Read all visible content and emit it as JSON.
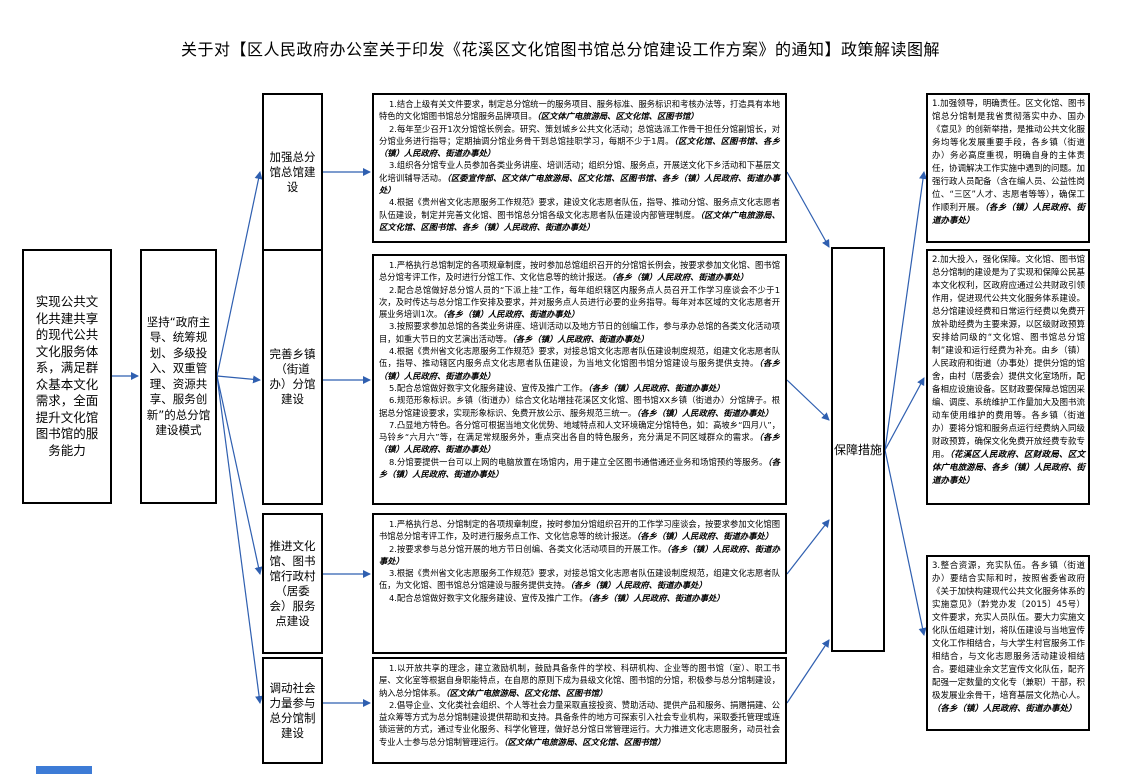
{
  "page_title": "关于对【区人民政府办公室关于印发《花溪区文化馆图书馆总分馆建设工作方案》的通知】政策解读图解",
  "root": "实现公共文化共建共享的现代公共文化服务体系，满足群众基本文化需求，全面提升文化馆图书馆的服务能力",
  "strategy": "坚持“政府主导、统筹规划、多级投入、双重管理、资源共享、服务创新”的总分馆建设模式",
  "safeguard": "保障措施",
  "categories": [
    {
      "label": "加强总分馆总馆建设",
      "items": [
        {
          "text": "1.结合上级有关文件要求，制定总分馆统一的服务项目、服务标准、服务标识和考核办法等，打造具有本地特色的文化馆图书馆总分馆服务品牌项目。",
          "agency": "（区文体广电旅游局、区文化馆、区图书馆）"
        },
        {
          "text": "2.每年至少召开1次分馆馆长例会。研究、策划城乡公共文化活动；总馆选派工作骨干担任分馆副馆长，对分馆业务进行指导；定期抽调分馆业务骨干到总馆挂职学习，每期不少于1周。",
          "agency": "（区文化馆、区图书馆、各乡（镇）人民政府、街道办事处）"
        },
        {
          "text": "3.组织各分馆专业人员参加各类业务讲座、培训活动；组织分馆、服务点，开展送文化下乡活动和下基层文化培训辅导活动。",
          "agency": "（区委宣传部、区文体广电旅游局、区文化馆、区图书馆、各乡（镇）人民政府、街道办事处）"
        },
        {
          "text": "4.根据《贵州省文化志愿服务工作规范》要求，建设文化志愿者队伍，指导、推动分馆、服务点文化志愿者队伍建设，制定并完善文化馆、图书馆总分馆各级文化志愿者队伍建设内部管理制度。",
          "agency": "（区文体广电旅游局、区文化馆、区图书馆、各乡（镇）人民政府、街道办事处）"
        }
      ]
    },
    {
      "label": "完善乡镇（街道办）分馆建设",
      "items": [
        {
          "text": "1.严格执行总馆制定的各项规章制度，按时参加总馆组织召开的分馆馆长例会，按要求参加文化馆、图书馆总分馆考评工作，及时进行分馆工作、文化信息等的统计报送。",
          "agency": "（各乡（镇）人民政府、街道办事处）"
        },
        {
          "text": "2.配合总馆做好总分馆人员的“下派上挂”工作，每年组织辖区内服务点人员召开工作学习座谈会不少于1次，及时传达与总分馆工作安排及要求，并对服务点人员进行必要的业务指导。每年对本区域的文化志愿者开展业务培训1次。",
          "agency": "（各乡（镇）人民政府、街道办事处）"
        },
        {
          "text": "3.按照要求参加总馆的各类业务讲座、培训活动以及地方节日的创编工作，参与承办总馆的各类文化活动项目，如重大节日的文艺演出活动等。",
          "agency": "（各乡（镇）人民政府、街道办事处）"
        },
        {
          "text": "4.根据《贵州省文化志愿服务工作规范》要求，对接总馆文化志愿者队伍建设制度规范，组建文化志愿者队伍，指导、推动辖区内服务点文化志愿者队伍建设，为当地文化馆图书馆分馆建设与服务提供支持。",
          "agency": "（各乡（镇）人民政府、街道办事处）"
        },
        {
          "text": "5.配合总馆做好数字文化服务建设、宣传及推广工作。",
          "agency": "（各乡（镇）人民政府、街道办事处）"
        },
        {
          "text": "6.规范形象标识。乡镇（街道办）综合文化站增挂花溪区文化馆、图书馆XX乡镇（街道办）分馆牌子。根据总分馆建设要求，实现形象标识、免费开放公示、服务规范三统一。",
          "agency": "（各乡（镇）人民政府、街道办事处）"
        },
        {
          "text": "7.凸显地方特色。各分馆可根据当地文化优势、地域特点和人文环境确定分馆特色，如：高坡乡“四月八”，马铃乡“六月六”等，在满足常规服务外，重点突出各自的特色服务，充分满足不同区域群众的需求。",
          "agency": "（各乡（镇）人民政府、街道办事处）"
        },
        {
          "text": "8.分馆要提供一台可以上网的电脑放置在场馆内，用于建立全区图书通借通还业务和场馆预约等服务。",
          "agency": "（各乡（镇）人民政府、街道办事处）"
        }
      ]
    },
    {
      "label": "推进文化馆、图书馆行政村（居委会）服务点建设",
      "items": [
        {
          "text": "1.严格执行总、分馆制定的各项规章制度，按时参加分馆组织召开的工作学习座谈会，按要求参加文化馆图书馆总分馆考评工作，及时进行服务点工作、文化信息等的统计报送。",
          "agency": "（各乡（镇）人民政府、街道办事处）"
        },
        {
          "text": "2.按要求参与总分馆开展的地方节日创编、各类文化活动项目的开展工作。",
          "agency": "（各乡（镇）人民政府、街道办事处）"
        },
        {
          "text": "3.根据《贵州省文化志愿服务工作规范》要求，对接总馆文化志愿者队伍建设制度规范，组建文化志愿者队伍，为文化馆、图书馆总分馆建设与服务提供支持。",
          "agency": "（各乡（镇）人民政府、街道办事处）"
        },
        {
          "text": "4.配合总馆做好数字文化服务建设、宣传及推广工作。",
          "agency": "（各乡（镇）人民政府、街道办事处）"
        }
      ]
    },
    {
      "label": "调动社会力量参与总分馆制建设",
      "items": [
        {
          "text": "1.以开放共享的理念，建立激励机制，鼓励具备条件的学校、科研机构、企业等的图书馆（室）、职工书屋、文化室等根据自身职能特点，在自愿的原则下成为县级文化馆、图书馆的分馆，积极参与总分馆制建设，纳入总分馆体系。",
          "agency": "（区文体广电旅游局、区文化馆、区图书馆）"
        },
        {
          "text": "2.倡导企业、文化类社会组织、个人等社会力量采取直接投资、赞助活动、提供产品和服务、捐赠捐建、公益众筹等方式为总分馆制建设提供帮助和支持。具备条件的地方可探索引入社会专业机构，采取委托管理或连锁运营的方式，通过专业化服务、科学化管理，做好总分馆日常管理运行。大力推进文化志愿服务，动员社会专业人士参与总分馆制管理运行。",
          "agency": "（区文体广电旅游局、区文化馆、区图书馆）"
        }
      ]
    }
  ],
  "safeguard_measures": [
    {
      "text": "1.加强领导，明确责任。区文化馆、图书馆总分馆制是我省贯彻落实中办、国办《意见》的创新举措，是推动公共文化服务均等化发展重要手段，各乡镇（街道办）务必高度重视，明确自身的主体责任，协调解决工作实施中遇到的问题。加强行政人员配备（含在编人员、公益性岗位、“三区”人才、志愿者等等），确保工作顺利开展。",
      "agency": "（各乡（镇）人民政府、街道办事处）"
    },
    {
      "text": "2.加大投入，强化保障。文化馆、图书馆总分馆制的建设是为了实现和保障公民基本文化权利，区政府应通过公共财政引领作用，促进现代公共文化服务体系建设。总分馆建设经费和日常运行经费以免费开放补助经费为主要来源，以区级财政预算安排给同级的“文化馆、图书馆总分馆制”建设和运行经费为补充。由乡（镇）人民政府和街道（办事处）提供分馆的馆舍，由村（居委会）提供文化室场所，配备相应设施设备。区财政要保障总馆因采编、调度、系统维护工作量加大及图书流动车使用维护的费用等。各乡镇（街道办）要将分馆和服务点运行经费纳入同级财政预算，确保文化免费开放经费专款专用。",
      "agency": "（花溪区人民政府、区财政局、区文体广电旅游局、各乡（镇）人民政府、街道办事处）"
    },
    {
      "text": "3.整合资源，充实队伍。各乡镇（街道办）要结合实际和时，按照省委省政府《关于加快构建现代公共文化服务体系的实施意见》（黔党办发〔2015〕45号）文件要求，充实人员队伍。要大力实施文化队伍组建计划，将队伍建设与当地宣传文化工作相结合，与大学生村官服务工作相结合，与文化志愿服务活动建设相结合。要组建业余文艺宣传文化队伍，配齐配强一定数量的文化专（兼职）干部，积极发展业余骨干，培育基层文化热心人。",
      "agency": "（各乡（镇）人民政府、街道办事处）"
    }
  ]
}
